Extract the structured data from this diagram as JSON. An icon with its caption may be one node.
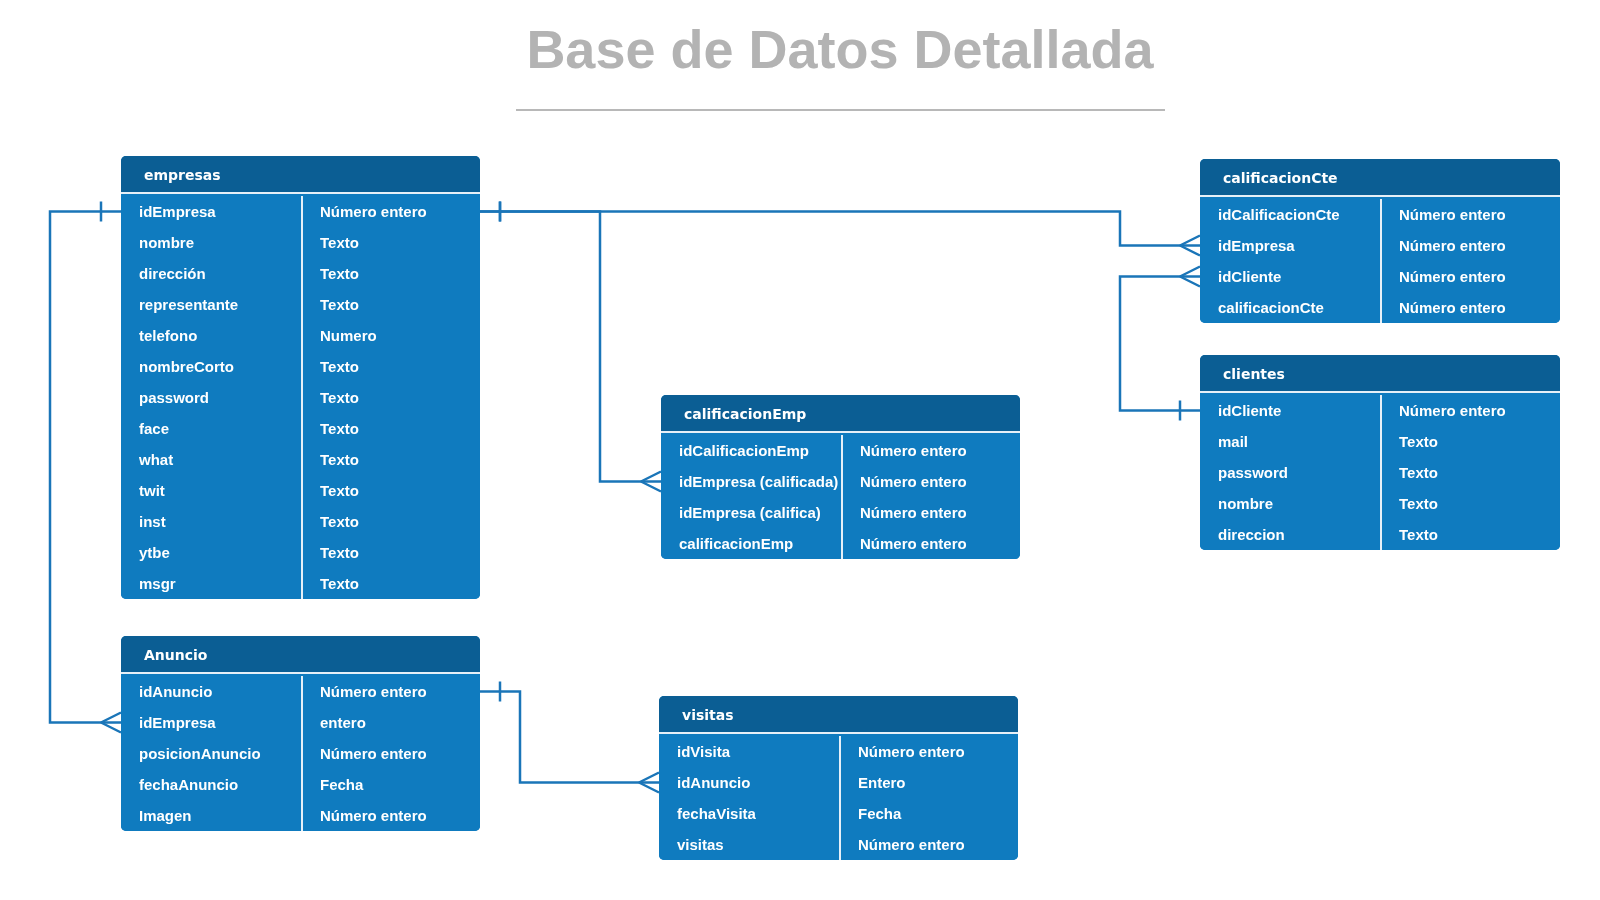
{
  "diagram": {
    "title": "Base de Datos Detallada",
    "nodes": [
      {
        "text": [
          "empresas"
        ]
      },
      {
        "text": [
          "idEmpresa",
          "Número entero"
        ],
        "in": 0
      },
      {
        "text": [
          "nombre",
          "Texto"
        ],
        "in": 0
      },
      {
        "text": [
          "dirección",
          "Texto"
        ],
        "in": 0
      },
      {
        "text": [
          "representante",
          "Texto"
        ],
        "in": 0
      },
      {
        "text": [
          "telefono",
          "Numero"
        ],
        "in": 0
      },
      {
        "text": [
          "nombreCorto",
          "Texto"
        ],
        "in": 0
      },
      {
        "text": [
          "password",
          "Texto"
        ],
        "in": 0
      },
      {
        "text": [
          "face",
          "Texto"
        ],
        "in": 0
      },
      {
        "text": [
          "what",
          "Texto"
        ],
        "in": 0
      },
      {
        "text": [
          "twit",
          "Texto"
        ],
        "in": 0
      },
      {
        "text": [
          "inst",
          "Texto"
        ],
        "in": 0
      },
      {
        "text": [
          "ytbe",
          "Texto"
        ],
        "in": 0
      },
      {
        "text": [
          "msgr",
          "Texto"
        ],
        "in": 0
      },
      {
        "text": [
          "calificacionCte"
        ]
      },
      {
        "text": [
          "idCalificacionCte",
          "Número entero"
        ],
        "in": 14
      },
      {
        "text": [
          "idEmpresa",
          "Número entero"
        ],
        "in": 14
      },
      {
        "text": [
          "idCliente",
          "Número entero"
        ],
        "in": 14
      },
      {
        "text": [
          "calificacionCte",
          "Número entero"
        ],
        "in": 14
      },
      {
        "text": [
          "clientes"
        ]
      },
      {
        "text": [
          "idCliente",
          "Número entero"
        ],
        "in": 19
      },
      {
        "text": [
          "mail",
          "Texto"
        ],
        "in": 19
      },
      {
        "text": [
          "password",
          "Texto"
        ],
        "in": 19
      },
      {
        "text": [
          "nombre",
          "Texto"
        ],
        "in": 19
      },
      {
        "text": [
          "direccion",
          "Texto"
        ],
        "in": 19
      },
      {
        "text": [
          "calificacionEmp"
        ]
      },
      {
        "text": [
          "idCalificacionEmp",
          "Número entero"
        ],
        "in": 25
      },
      {
        "text": [
          "idEmpresa (calificada)",
          "Número entero"
        ],
        "in": 25
      },
      {
        "text": [
          "idEmpresa (califica)",
          "Número entero"
        ],
        "in": 25
      },
      {
        "text": [
          "calificacionEmp",
          "Número entero"
        ],
        "in": 25
      },
      {
        "text": [
          "Anuncio"
        ]
      },
      {
        "text": [
          "idAnuncio",
          "Número entero"
        ],
        "in": 30
      },
      {
        "text": [
          "idEmpresa",
          "entero"
        ],
        "in": 30
      },
      {
        "text": [
          "posicionAnuncio",
          "Número entero"
        ],
        "in": 30
      },
      {
        "text": [
          "fechaAnuncio",
          "Fecha"
        ],
        "in": 30
      },
      {
        "text": [
          "Imagen",
          "Número entero"
        ],
        "in": 30
      },
      {
        "text": [
          "visitas"
        ]
      },
      {
        "text": [
          "idVisita",
          "Número entero"
        ],
        "in": 36
      },
      {
        "text": [
          "idAnuncio",
          "Entero"
        ],
        "in": 36
      },
      {
        "text": [
          "fechaVisita",
          "Fecha"
        ],
        "in": 36
      },
      {
        "text": [
          "visitas",
          "Número entero"
        ],
        "in": 36
      }
    ],
    "edges": [
      {
        "from": 1,
        "to": 32,
        "arrow": "other"
      },
      {
        "from": 1,
        "to": 16,
        "arrow": "other"
      },
      {
        "from": 1,
        "to": 27,
        "arrow": "other"
      },
      {
        "from": 20,
        "to": 17,
        "arrow": "other"
      },
      {
        "from": 31,
        "to": 38,
        "arrow": "other"
      }
    ]
  }
}
